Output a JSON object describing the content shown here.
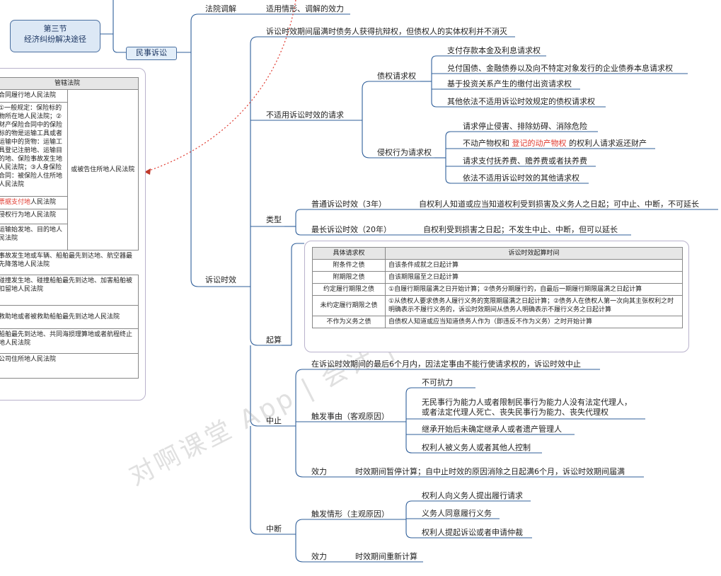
{
  "section_node": {
    "line1": "第三节",
    "line2": "经济纠纷解决途径"
  },
  "civil_node": "民事诉讼",
  "court_mediation": {
    "label": "法院调解",
    "desc": "适用情形、调解的效力"
  },
  "limitation": {
    "label": "诉讼时效",
    "top_note": "诉讼时效期间届满时债务人获得抗辩权，但债权人的实体权利并不消灭",
    "not_applicable": {
      "label": "不适用诉讼时效的请求",
      "creditor": {
        "label": "债权请求权",
        "items": [
          "支付存款本金及利息请求权",
          "兑付国债、金融债券以及向不特定对象发行的企业债券本息请求权",
          "基于投资关系产生的缴付出资请求权",
          "其他依法不适用诉讼时效规定的债权请求权"
        ]
      },
      "tort": {
        "label": "侵权行为请求权",
        "items": [
          "请求停止侵害、排除妨碍、消除危险",
          "的权利人请求返还财产",
          "请求支付抚养费、赡养费或者扶养费",
          "依法不适用诉讼时效的其他请求权"
        ],
        "item2_pre": "不动产物权和",
        "item2_red": "登记的动产物权"
      }
    },
    "types": {
      "label": "类型",
      "ordinary": {
        "label": "普通诉讼时效（3年）",
        "desc": "自权利人知道或应当知道权利受到损害及义务人之日起；可中止、中断，不可延长"
      },
      "longest": {
        "label": "最长诉讼时效（20年）",
        "desc": "自权利受到损害之日起；不发生中止、中断，但可以延长"
      }
    },
    "start": {
      "label": "起算",
      "headers": [
        "具体请求权",
        "诉讼时效起算时间"
      ],
      "rows": [
        [
          "附条件之债",
          "自该条件成就之日起计算"
        ],
        [
          "附期限之债",
          "自该期限届至之日起计算"
        ],
        [
          "约定履行期限之债",
          "①自履行期限届满之日开始计算；②债务分期履行的，自最后一期履行期限届满之日起计算"
        ],
        [
          "未约定履行期限之债",
          "①从债权人要求债务人履行义务的宽限期届满之日起计算；②债务人在债权人第一次向其主张权利之时明确表示不履行义务的，诉讼时效期间从债务人明确表示不履行义务之日起计算"
        ],
        [
          "不作为义务之债",
          "自债权人知道或应当知道债务人作为（即违反不作为义务）之时开始计算"
        ]
      ]
    },
    "suspension": {
      "label": "中止",
      "note": "在诉讼时效期间的最后6个月内，因法定事由不能行使请求权的，诉讼时效中止",
      "trigger": {
        "label": "触发事由（客观原因）",
        "items": [
          "不可抗力",
          "无民事行为能力人或者限制民事行为能力人没有法定代理人，",
          "或者法定代理人死亡、丧失民事行为能力、丧失代理权",
          "继承开始后未确定继承人或者遗产管理人",
          "权利人被义务人或者其他人控制"
        ]
      },
      "effect": {
        "label": "效力",
        "desc": "时效期间暂停计算；自中止时效的原因消除之日起满6个月，诉讼时效期间届满"
      }
    },
    "interruption": {
      "label": "中断",
      "trigger": {
        "label": "触发情形（主观原因）",
        "items": [
          "权利人向义务人提出履行请求",
          "义务人同意履行义务",
          "权利人提起诉讼或者申请仲裁"
        ]
      },
      "effect": {
        "label": "效力",
        "desc": "时效期间重新计算"
      }
    }
  },
  "jurisdiction": {
    "header": "管辖法院",
    "rows": [
      "合同履行地人民法院",
      "①一般规定：保险标的物所在地人民法院；②财产保险合同中的保险标的物是运输工具或者运输中的货物：运输工具登记注册地、运输目的地、保险事故发生地人民法院；③人身保险合同：被保险人住所地人民法院",
      "人民法院",
      "侵权行为地人民法院",
      "运输始发地、目的地人民法院",
      "事故发生地或车辆、船舶最先到达地、航空器最先降落地人民法院",
      "碰撞发生地、碰撞船舶最先到达地、加害船舶被扣留地人民法院",
      "救助地或者被救助船舶最先到达地人民法院",
      "船舶最先到达地、共同海损理算地或者航程终止地人民法院",
      "公司住所地人民法院"
    ],
    "bill_red": "票据支付地",
    "side": "或被告住所地人民法院"
  },
  "watermark": "对啊课堂 App | 会计 | 历年真题题库",
  "colors": {
    "line": "#2f5f9a",
    "red": "#e03a2f",
    "node_fill": "#dce8f5"
  }
}
